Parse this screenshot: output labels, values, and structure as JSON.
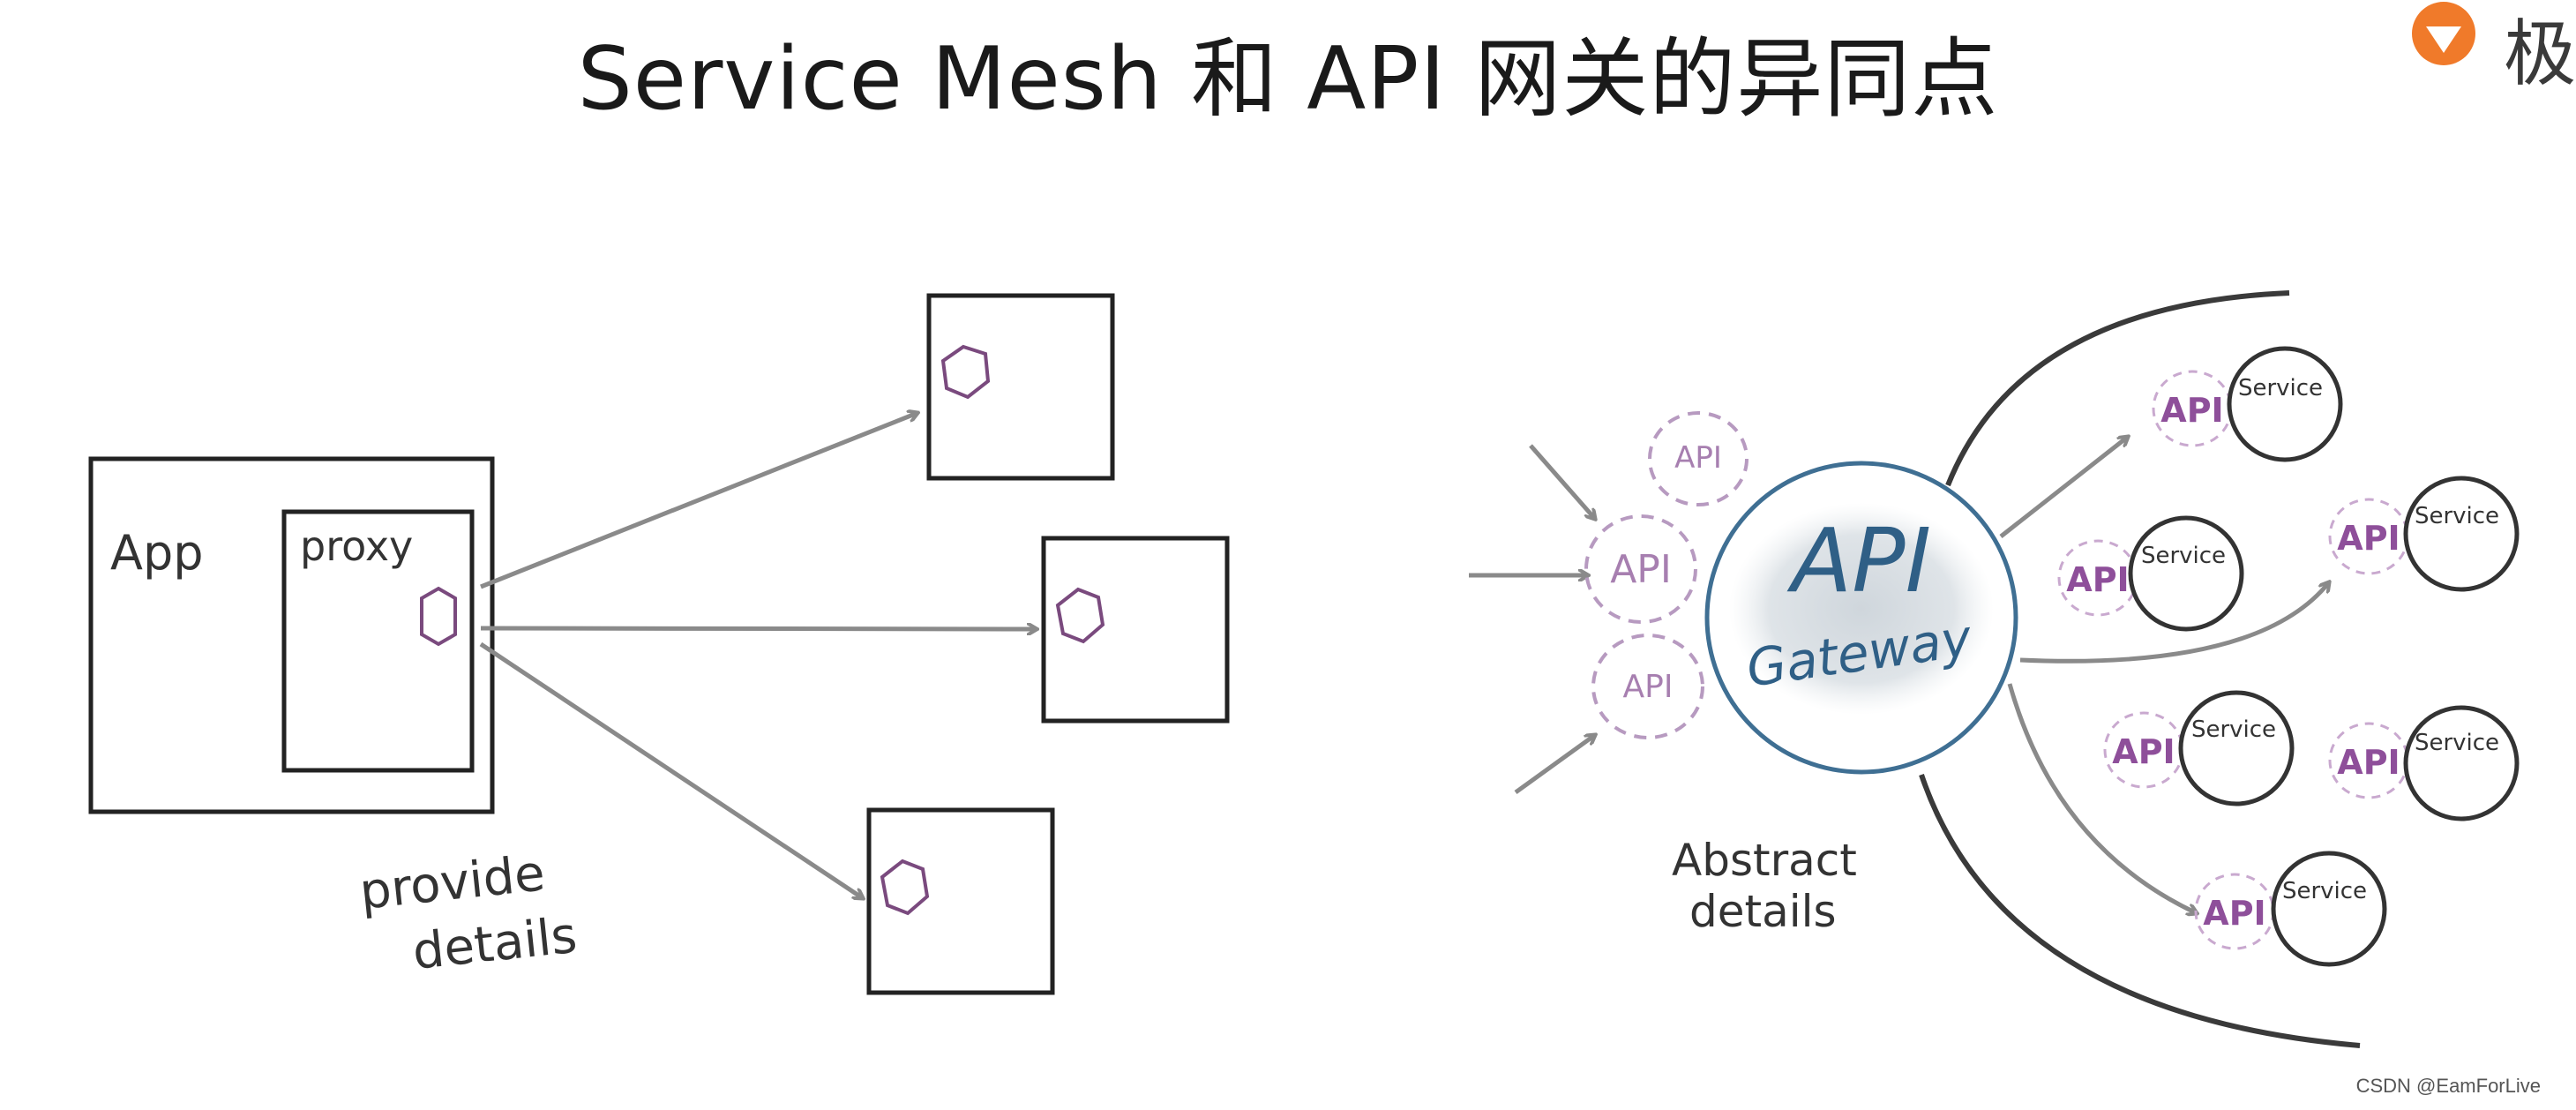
{
  "title": "Service Mesh 和 API 网关的异同点",
  "logo": {
    "text": "极",
    "brand_color": "#f07a2a"
  },
  "mesh": {
    "app_label": "App",
    "proxy_label": "proxy",
    "caption_line1": "provide",
    "caption_line2": "details",
    "proxy_icon": "hexagon-icon"
  },
  "gateway": {
    "center_line1": "API",
    "center_line2": "Gateway",
    "api_badge": "API",
    "service_label": "Service",
    "caption_line1": "Abstract",
    "caption_line2": "details",
    "accent": "#8e4f9a",
    "ring_color": "#3f6f93"
  },
  "watermark": "CSDN @EamForLive"
}
